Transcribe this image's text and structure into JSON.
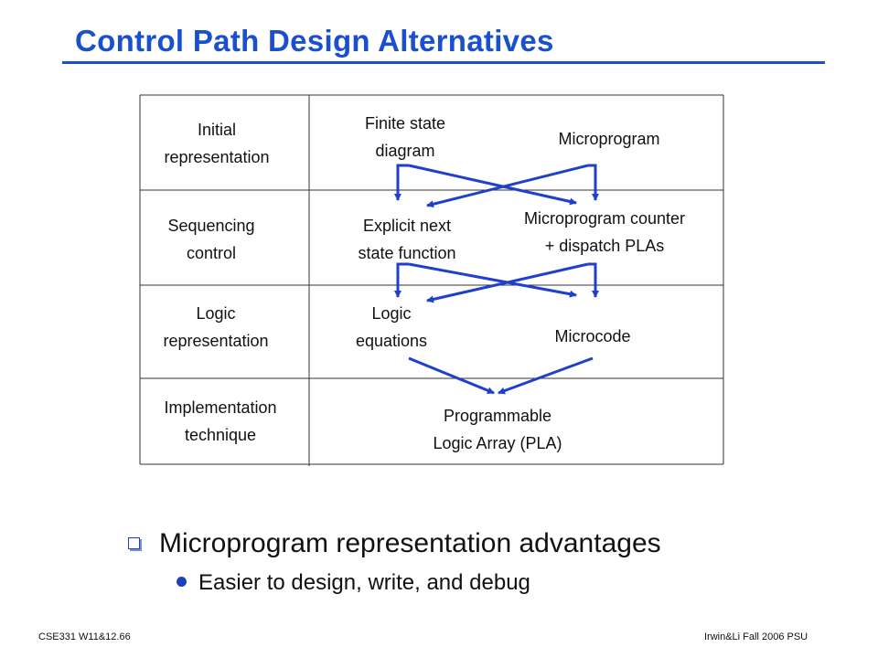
{
  "title": "Control Path Design Alternatives",
  "table": {
    "rows": [
      {
        "label": "Initial\nrepresentation",
        "left": "Finite state\ndiagram",
        "right": "Microprogram"
      },
      {
        "label": "Sequencing\ncontrol",
        "left": "Explicit next\nstate function",
        "right": "Microprogram counter\n+ dispatch PLAs"
      },
      {
        "label": "Logic\nrepresentation",
        "left": "Logic\nequations",
        "right": "Microcode"
      },
      {
        "label": "Implementation\ntechnique",
        "merged": "Programmable\nLogic Array (PLA)"
      }
    ]
  },
  "bullets": {
    "main": "Microprogram representation advantages",
    "sub": "Easier to design, write, and debug"
  },
  "footer": {
    "left": "CSE331  W11&12.66",
    "right": "Irwin&Li Fall 2006 PSU"
  },
  "colors": {
    "accent": "#1a4fcf",
    "arrow": "#1f3fcc"
  }
}
